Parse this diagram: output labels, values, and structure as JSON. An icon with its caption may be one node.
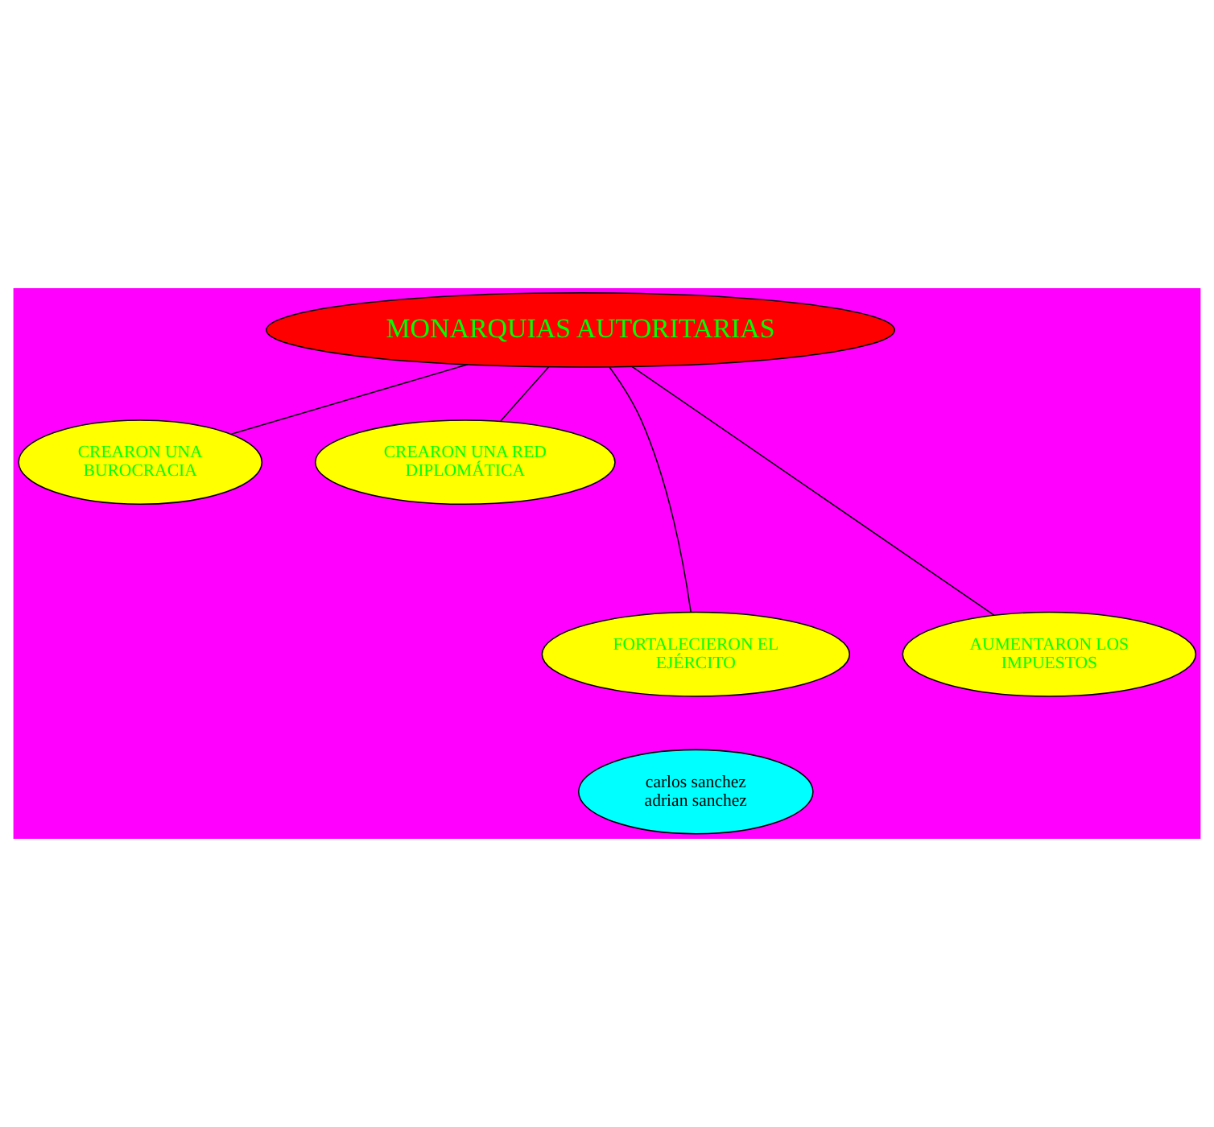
{
  "diagram": {
    "nodes": [
      {
        "text": [
          "MONARQUIAS AUTORITARIAS"
        ]
      },
      {
        "text": [
          "CREARON UNA BUROCRACIA"
        ]
      },
      {
        "text": [
          "CREARON UNA RED DIPLOMÁTICA"
        ]
      },
      {
        "text": [
          "FORTALECIERON EL EJÉRCITO"
        ]
      },
      {
        "text": [
          "AUMENTARON LOS IMPUESTOS"
        ]
      },
      {
        "text": [
          "carlos sanchez adrian sanchez"
        ]
      }
    ],
    "edges": [
      {
        "from": 0,
        "to": 1,
        "arrow": "none"
      },
      {
        "from": 0,
        "to": 3,
        "arrow": "none"
      },
      {
        "from": 0,
        "to": 4,
        "arrow": "none"
      },
      {
        "from": 0,
        "to": 2,
        "arrow": "none"
      }
    ]
  }
}
